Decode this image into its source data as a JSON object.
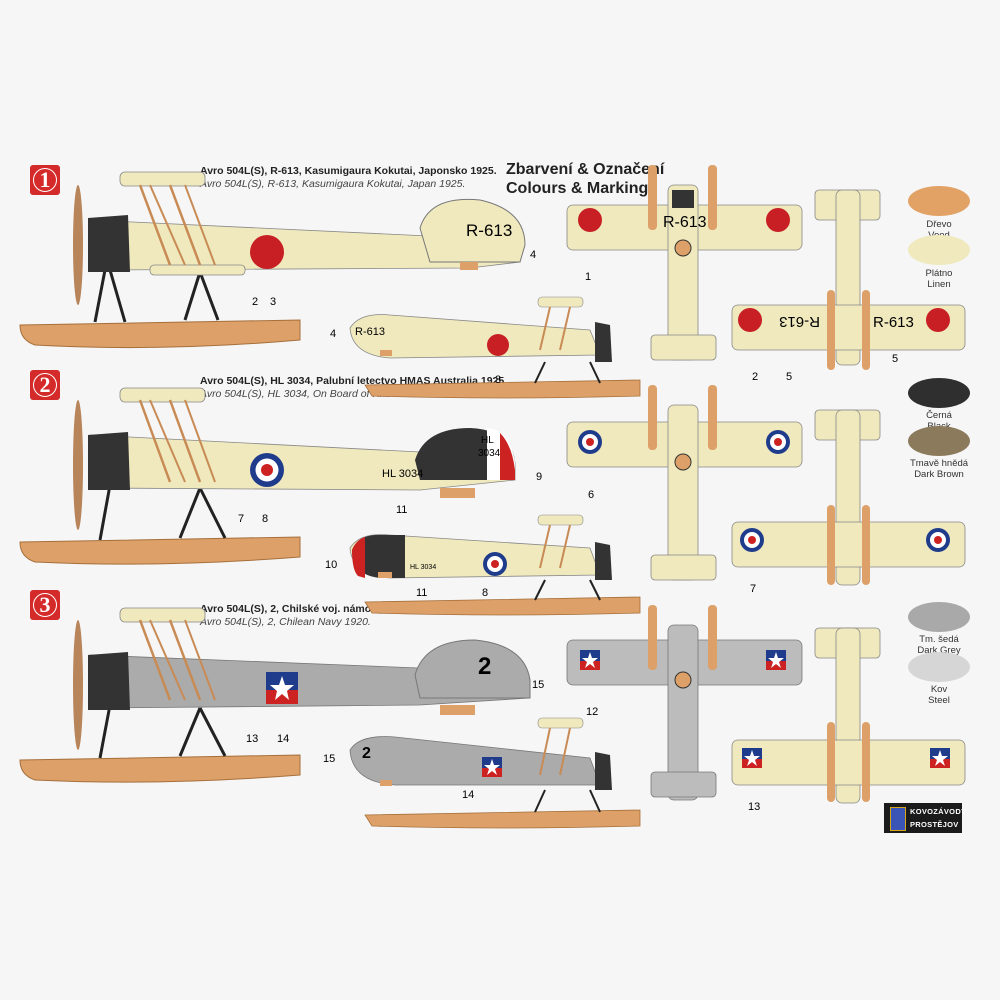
{
  "header": {
    "line1": "Zbarvení & Označení",
    "line2": "Colours & Markings"
  },
  "schemes": [
    {
      "number": "1",
      "title_cz": "Avro 504L(S), R-613, Kasumigaura Kokutai, Japonsko 1925.",
      "title_en": "Avro 504L(S), R-613, Kasumigaura Kokutai, Japan 1925.",
      "serial": "R-613",
      "side_callouts": [
        "2",
        "3",
        "4"
      ],
      "small_callouts": [
        "4",
        "3"
      ],
      "top_callouts": [
        "1"
      ],
      "bottom_callouts": [
        "2",
        "5",
        "5"
      ]
    },
    {
      "number": "2",
      "title_cz": "Avro 504L(S), HL 3034, Palubní letectvo HMAS Australia  1925.",
      "title_en": "Avro 504L(S), HL 3034, On Board of HMAS Australia 1925.",
      "serial": "HL 3034",
      "rudder_hl": "HL",
      "rudder_num": "3034",
      "side_callouts": [
        "7",
        "8",
        "11",
        "9"
      ],
      "small_callouts": [
        "10",
        "11",
        "8"
      ],
      "top_callouts": [
        "6"
      ],
      "bottom_callouts": [
        "7"
      ]
    },
    {
      "number": "3",
      "title_cz": "Avro 504L(S), 2, Chilské voj. námořnictvo 1920.",
      "title_en": "Avro 504L(S), 2, Chilean Navy 1920.",
      "serial": "2",
      "side_callouts": [
        "13",
        "14",
        "15"
      ],
      "small_callouts": [
        "15",
        "14"
      ],
      "top_callouts": [
        "12"
      ],
      "bottom_callouts": [
        "13"
      ]
    }
  ],
  "swatches": [
    {
      "cz": "Dřevo",
      "en": "Vood",
      "color": "#e2a266"
    },
    {
      "cz": "Plátno",
      "en": "Linen",
      "color": "#efe9bd"
    },
    {
      "cz": "Černá",
      "en": "Black",
      "color": "#2f2f2f"
    },
    {
      "cz": "Tmavě hnědá",
      "en": "Dark Brown",
      "color": "#8c7a5c"
    },
    {
      "cz": "Tm. šedá",
      "en": "Dark Grey",
      "color": "#a9a9a9"
    },
    {
      "cz": "Kov",
      "en": "Steel",
      "color": "#d6d6d6"
    }
  ],
  "logo": {
    "line1": "KOVOZÁVODY",
    "line2": "PROSTĚJOV"
  }
}
